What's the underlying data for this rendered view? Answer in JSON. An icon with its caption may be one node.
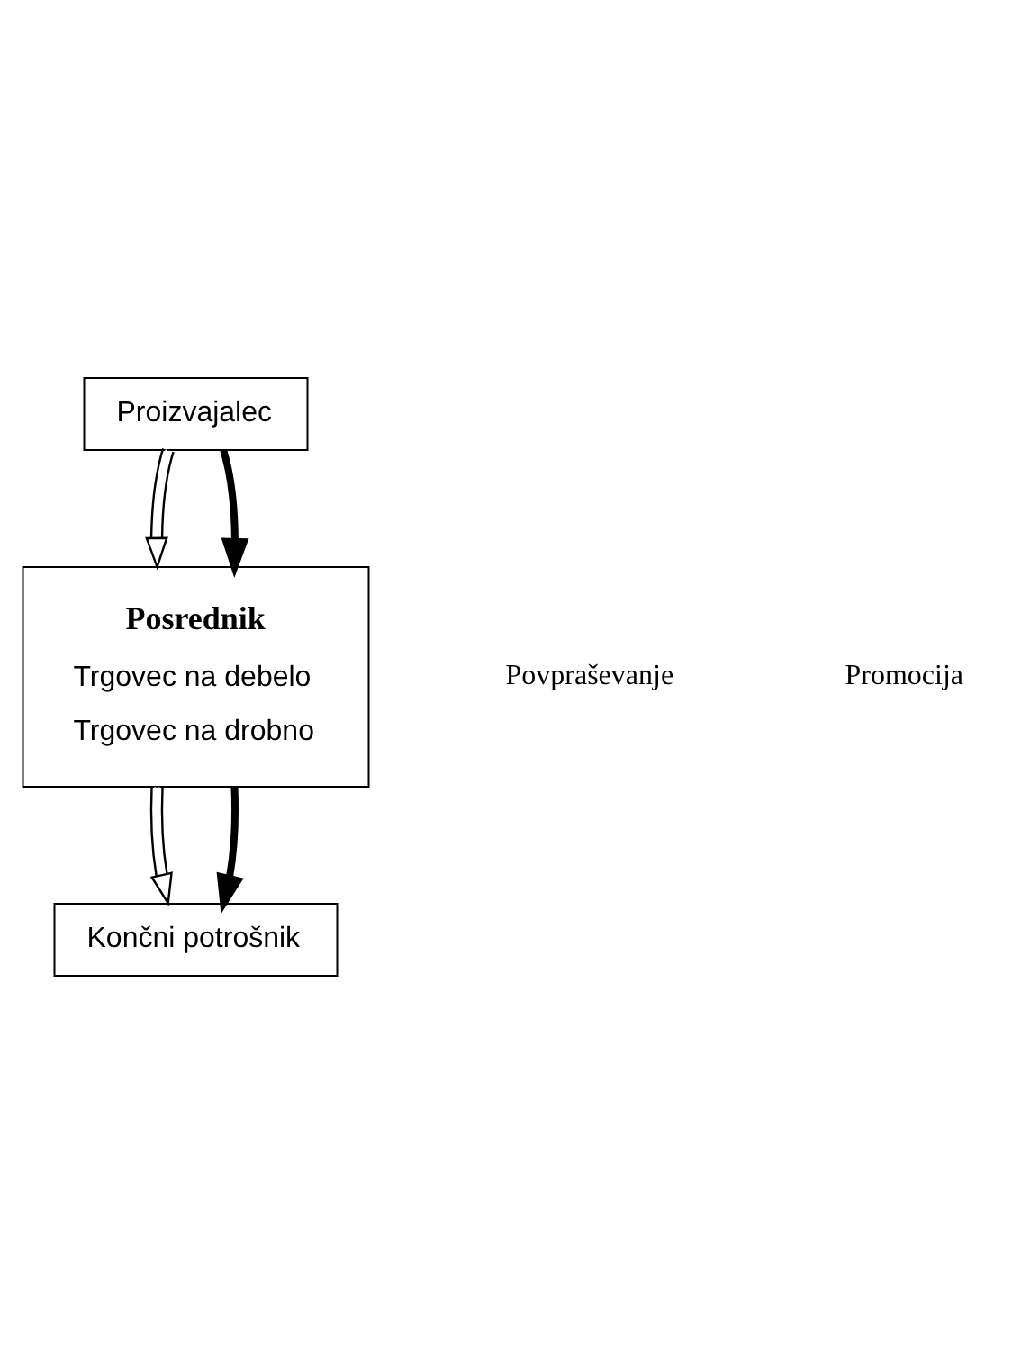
{
  "diagram": {
    "nodes": [
      {
        "text": [
          "Proizvajalec"
        ]
      },
      {
        "text": [
          "Posrednik",
          "Trgovec na debelo",
          "Trgovec na drobno"
        ]
      },
      {
        "text": [
          "Končni potrošnik"
        ]
      }
    ],
    "edges": [
      {
        "from": 0,
        "to": 1,
        "arrow": "to"
      },
      {
        "from": 0,
        "to": 1,
        "arrow": "to",
        "style": "thick"
      },
      {
        "from": 1,
        "to": 2,
        "arrow": "to"
      },
      {
        "from": 1,
        "to": 2,
        "arrow": "to",
        "style": "thick"
      }
    ],
    "legend": [
      {
        "text": "Povpraševanje"
      },
      {
        "text": "Promocija"
      }
    ]
  }
}
